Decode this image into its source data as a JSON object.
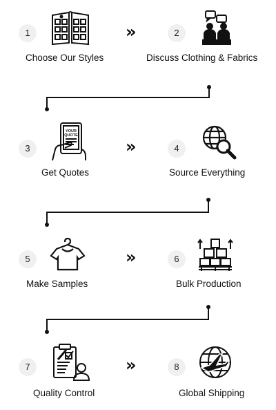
{
  "steps": [
    {
      "number": "1",
      "label": "Choose Our Styles",
      "icon": "catalog-icon"
    },
    {
      "number": "2",
      "label": "Discuss Clothing & Fabrics",
      "icon": "discussion-icon"
    },
    {
      "number": "3",
      "label": "Get Quotes",
      "icon": "quote-tablet-icon"
    },
    {
      "number": "4",
      "label": "Source Everything",
      "icon": "globe-search-icon"
    },
    {
      "number": "5",
      "label": "Make Samples",
      "icon": "shirt-hanger-icon"
    },
    {
      "number": "6",
      "label": "Bulk Production",
      "icon": "pallet-boxes-icon"
    },
    {
      "number": "7",
      "label": "Quality Control",
      "icon": "clipboard-checklist-icon"
    },
    {
      "number": "8",
      "label": "Global Shipping",
      "icon": "globe-plane-icon"
    }
  ],
  "quote_icon_text": [
    "YOUR",
    "QUOTE"
  ],
  "arrow_glyph": "»",
  "colors": {
    "line": "#111111",
    "number_bg": "#f0f0f0",
    "text": "#111111"
  }
}
